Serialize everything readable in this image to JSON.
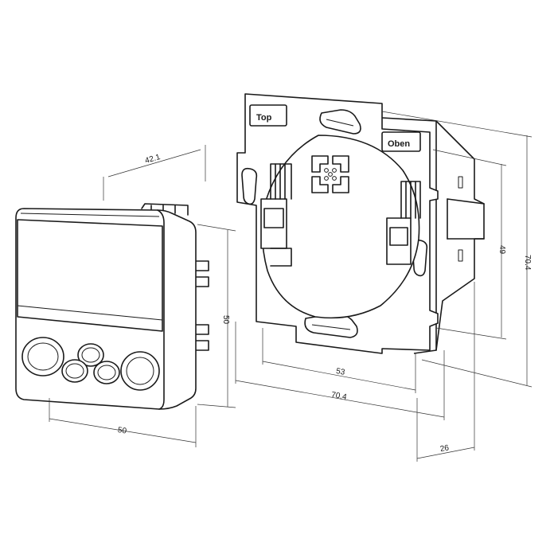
{
  "labels": {
    "top": "Top",
    "oben": "Oben"
  },
  "dimensions": {
    "module_depth": "42.1",
    "module_height": "50",
    "module_width": "50",
    "frame_hole_distance": "53",
    "frame_width": "70.4",
    "frame_inner_height": "49",
    "frame_height": "70.4",
    "frame_depth": "26"
  }
}
